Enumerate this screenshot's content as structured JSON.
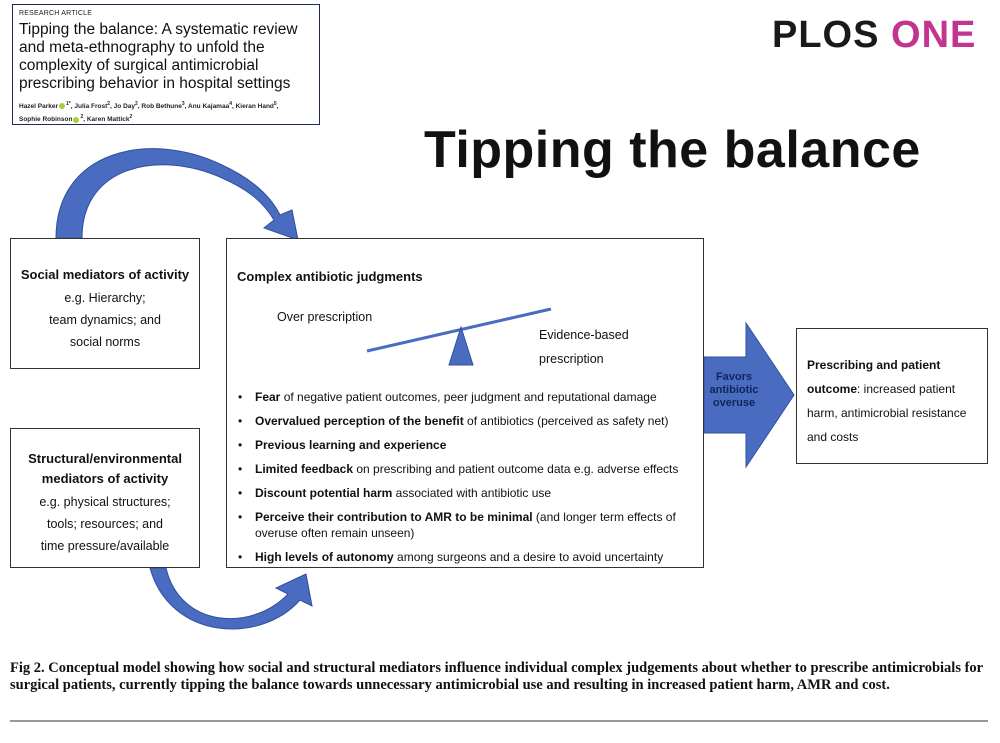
{
  "article": {
    "type": "RESEARCH ARTICLE",
    "title": "Tipping the balance: A systematic review and meta-ethnography to unfold the complexity of surgical antimicrobial prescribing behavior in hospital settings",
    "authors": [
      {
        "name": "Hazel Parker",
        "sup": "1*",
        "orcid": true
      },
      {
        "name": "Julia Frost",
        "sup": "2"
      },
      {
        "name": "Jo Day",
        "sup": "2"
      },
      {
        "name": "Rob Bethune",
        "sup": "3"
      },
      {
        "name": "Anu Kajamaa",
        "sup": "4"
      },
      {
        "name": "Kieran Hand",
        "sup": "5"
      },
      {
        "name": "Sophie Robinson",
        "sup": "2",
        "orcid": true
      },
      {
        "name": "Karen Mattick",
        "sup": "2"
      }
    ]
  },
  "journal": {
    "part1": "PLOS",
    "part2": "ONE",
    "accent_color": "#c2348f"
  },
  "figure": {
    "title": "Tipping the balance",
    "social": {
      "heading": "Social mediators of activity",
      "lines": [
        "e.g. Hierarchy;",
        "team dynamics; and",
        "social norms"
      ]
    },
    "structural": {
      "heading_lines": [
        "Structural/environmental",
        "mediators of activity"
      ],
      "lines": [
        "e.g. physical structures;",
        "tools; resources; and",
        "time pressure/available"
      ]
    },
    "center": {
      "heading": "Complex antibiotic judgments",
      "over_label": "Over prescription",
      "evidence_lines": [
        "Evidence-based",
        "prescription"
      ],
      "bullets": [
        {
          "bold": "Fear",
          "rest": " of negative patient outcomes, peer judgment and reputational damage"
        },
        {
          "bold": "Overvalued perception of the benefit",
          "rest": " of antibiotics (perceived as safety net)"
        },
        {
          "bold": "Previous learning and experience",
          "rest": ""
        },
        {
          "bold": "Limited feedback",
          "rest": " on prescribing and patient outcome data e.g. adverse effects"
        },
        {
          "bold": "Discount potential harm",
          "rest": " associated with antibiotic use"
        },
        {
          "bold": "Perceive their contribution to AMR to be minimal",
          "rest": " (and longer term effects of overuse often remain unseen)"
        },
        {
          "bold": "High levels of autonomy",
          "rest": " among surgeons and a desire to avoid uncertainty"
        }
      ]
    },
    "arrow_label_lines": [
      "Favors",
      "antibiotic",
      "overuse"
    ],
    "outcome": {
      "bold": "Prescribing and patient outcome",
      "rest": ": increased patient harm, antimicrobial resistance and costs"
    },
    "colors": {
      "arrow_fill": "#4a6cc0",
      "arrow_stroke": "#2f4f9e",
      "seesaw": "#4a6cc0"
    }
  },
  "caption": "Fig 2. Conceptual model showing how social and structural mediators influence individual complex judgements about whether to prescribe antimicrobials for surgical patients, currently tipping the balance towards unnecessary antimicrobial use and resulting in increased patient harm, AMR and cost."
}
